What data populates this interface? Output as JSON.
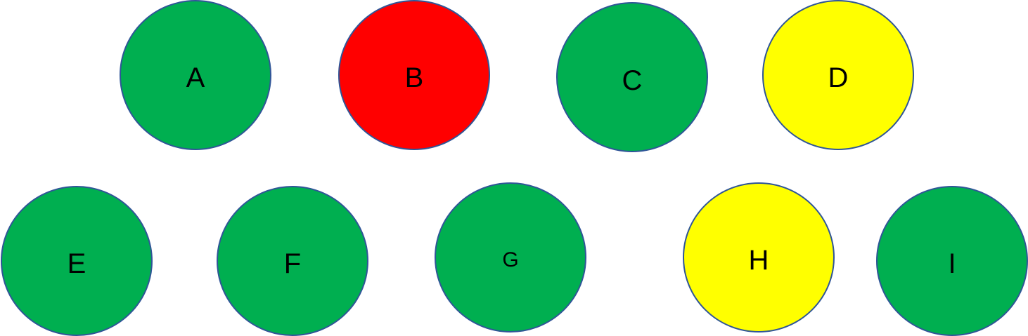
{
  "colors": {
    "green": "#00AF50",
    "red": "#FF0000",
    "yellow": "#FFFF00",
    "outline": "#2F5597"
  },
  "nodes": [
    {
      "label": "A",
      "color": "green"
    },
    {
      "label": "B",
      "color": "red"
    },
    {
      "label": "C",
      "color": "green"
    },
    {
      "label": "D",
      "color": "yellow"
    },
    {
      "label": "E",
      "color": "green"
    },
    {
      "label": "F",
      "color": "green"
    },
    {
      "label": "G",
      "color": "green"
    },
    {
      "label": "H",
      "color": "yellow"
    },
    {
      "label": "I",
      "color": "green"
    }
  ]
}
